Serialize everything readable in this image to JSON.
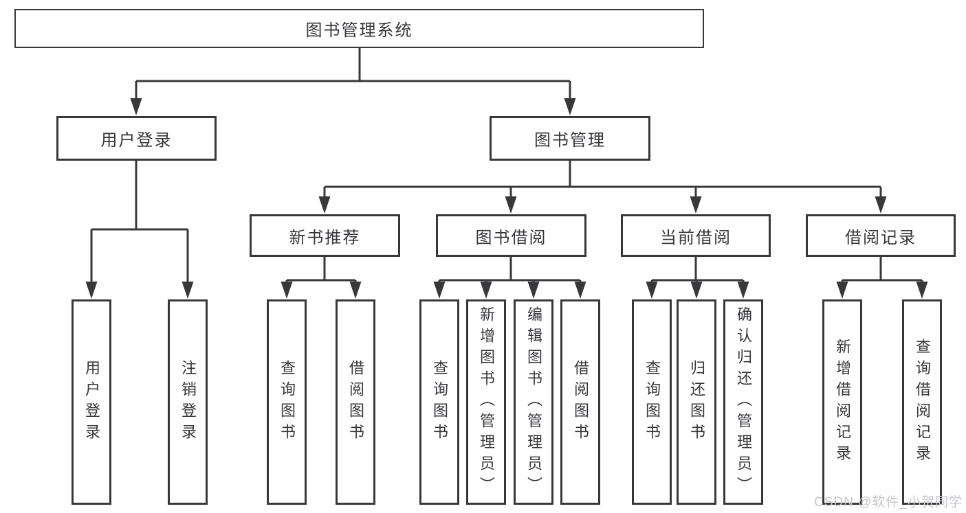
{
  "diagram": {
    "nodes": {
      "root": "图书管理系统",
      "user_login": "用户登录",
      "book_mgmt": "图书管理",
      "new_books": "新书推荐",
      "book_borrow": "图书借阅",
      "current_borrow": "当前借阅",
      "borrow_records": "借阅记录"
    },
    "leaves": [
      "用户登录",
      "注销登录",
      "查询图书",
      "借阅图书",
      "查询图书",
      "新增图书（管理员）",
      "编辑图书（管理员）",
      "借阅图书",
      "查询图书",
      "归还图书",
      "确认归还（管理员）",
      "新增借阅记录",
      "查询借阅记录"
    ],
    "colors": {
      "line": "#38383a",
      "text": "#36363a",
      "watermark": "#c7c7cb"
    },
    "watermark": "CSDN @软件_小贺同学"
  }
}
